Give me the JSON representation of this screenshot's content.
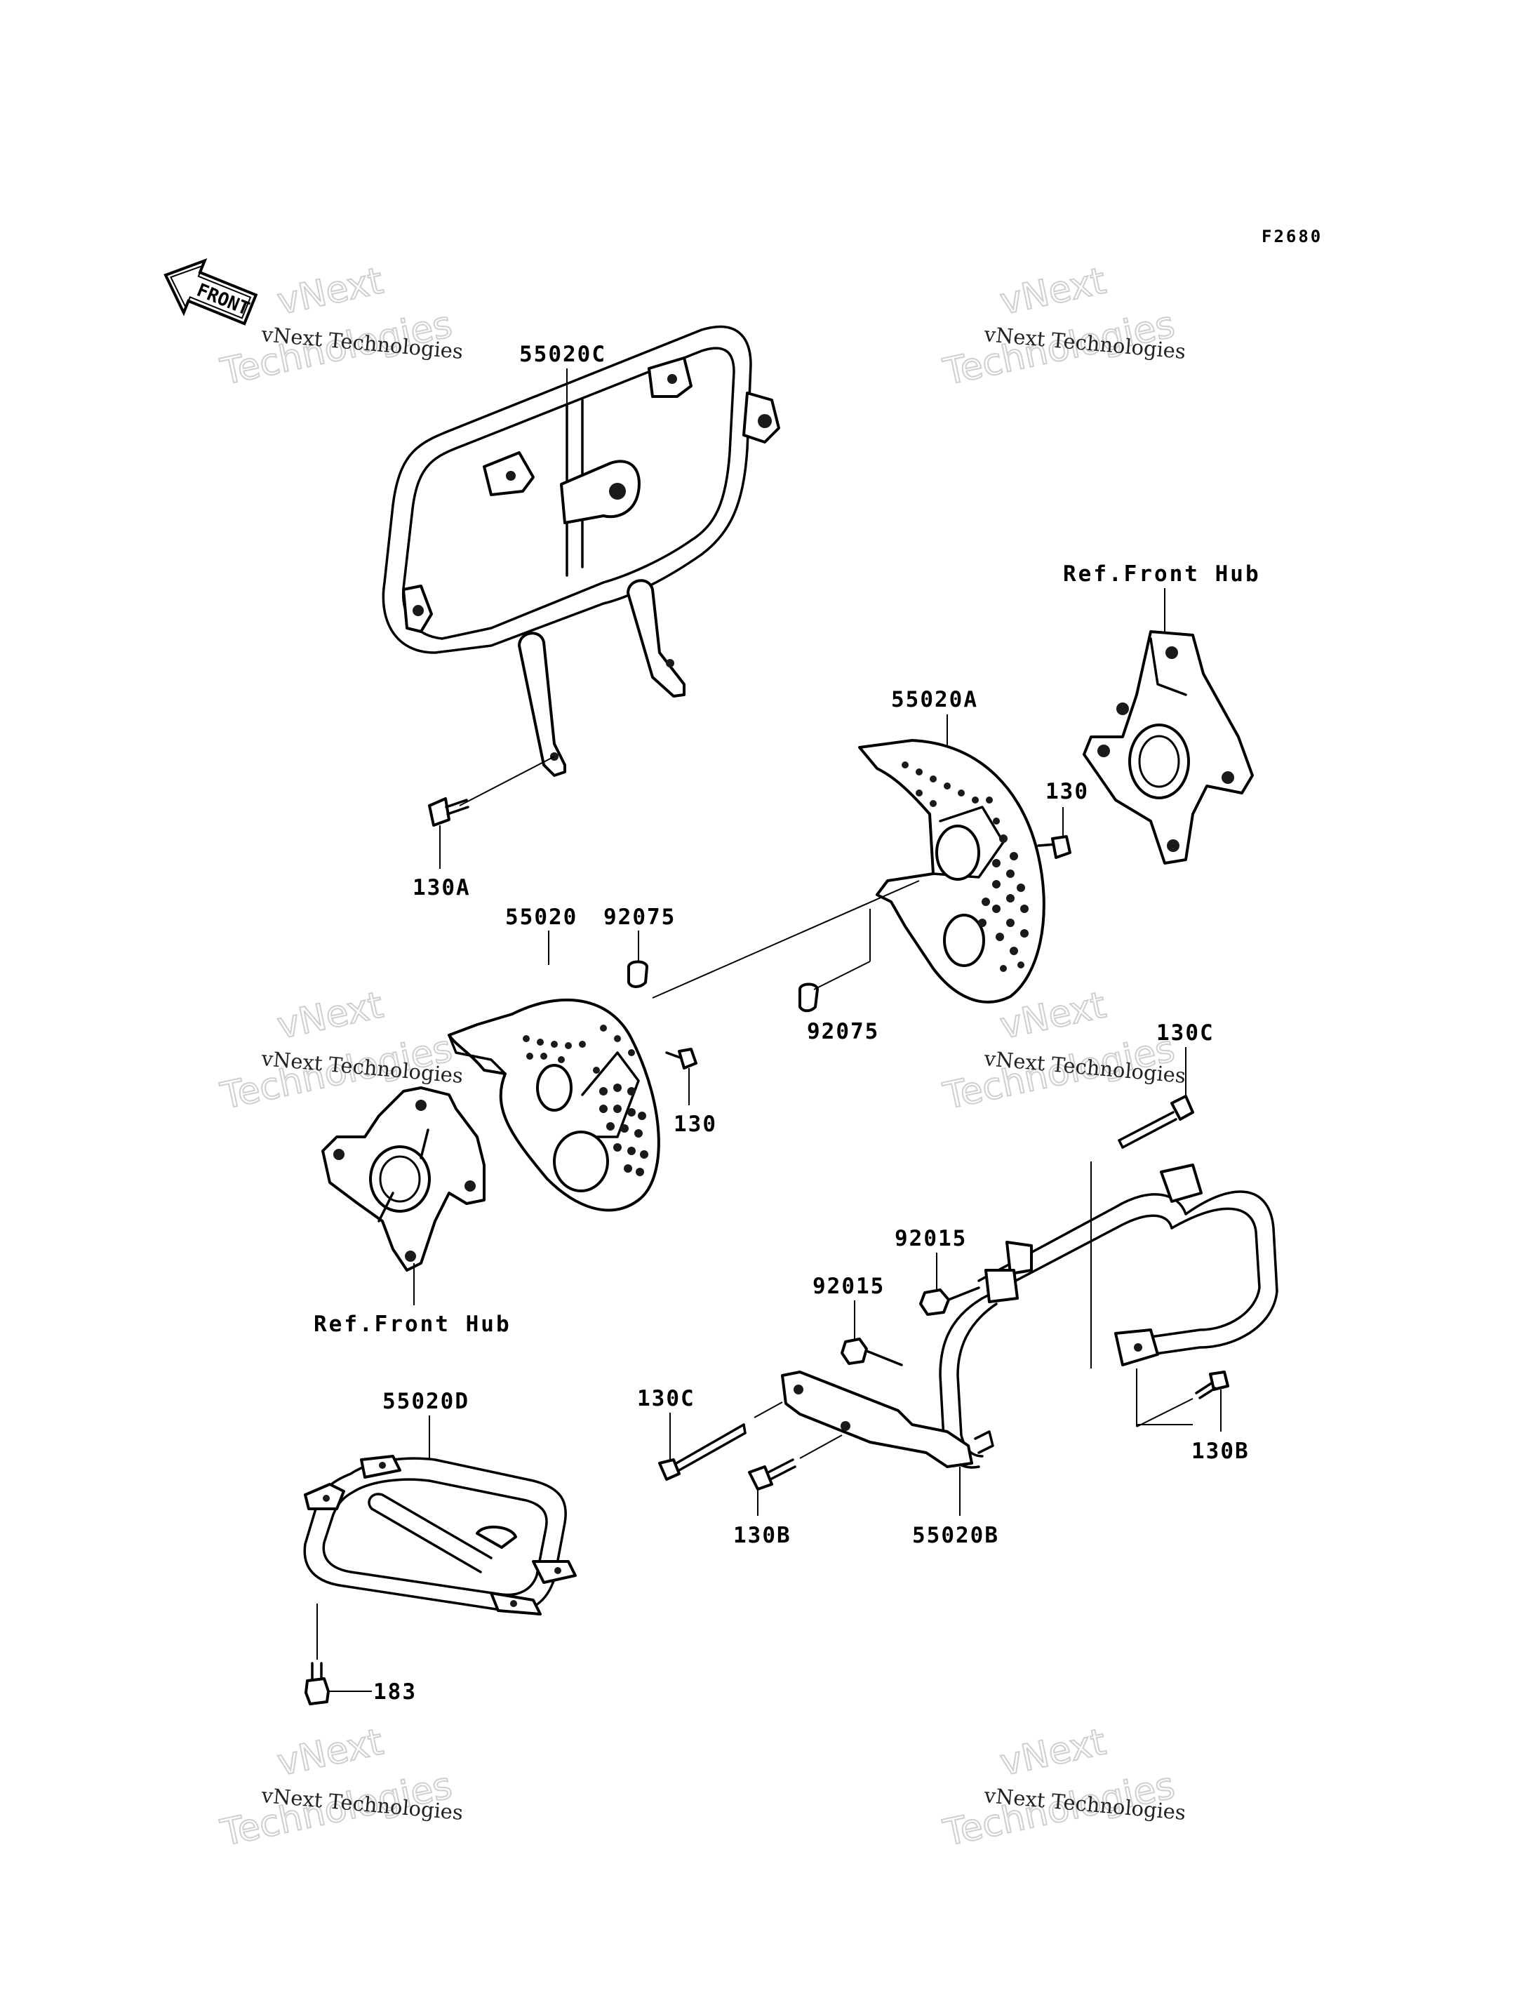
{
  "diagram_code": "F2680",
  "front_arrow_label": "FRONT",
  "watermark": {
    "small_text": "vNext Technologies",
    "big_line1": "vNext",
    "big_line2": "Technologies"
  },
  "parts": {
    "guard_front_upper": "55020C",
    "disc_guard_right": "55020A",
    "disc_guard_left": "55020",
    "guard_rear": "55020B",
    "guard_small": "55020D",
    "bolt_130A": "130A",
    "bolt_130_right": "130",
    "bolt_130_left": "130",
    "collar_92075_left": "92075",
    "collar_92075_right": "92075",
    "bolt_130C_upper": "130C",
    "bolt_130C_lower": "130C",
    "nut_92015_upper": "92015",
    "nut_92015_lower": "92015",
    "bolt_130B_right": "130B",
    "bolt_130B_left": "130B",
    "bolt_183": "183"
  },
  "references": {
    "front_hub_right": "Ref.Front Hub",
    "front_hub_left": "Ref.Front Hub"
  }
}
